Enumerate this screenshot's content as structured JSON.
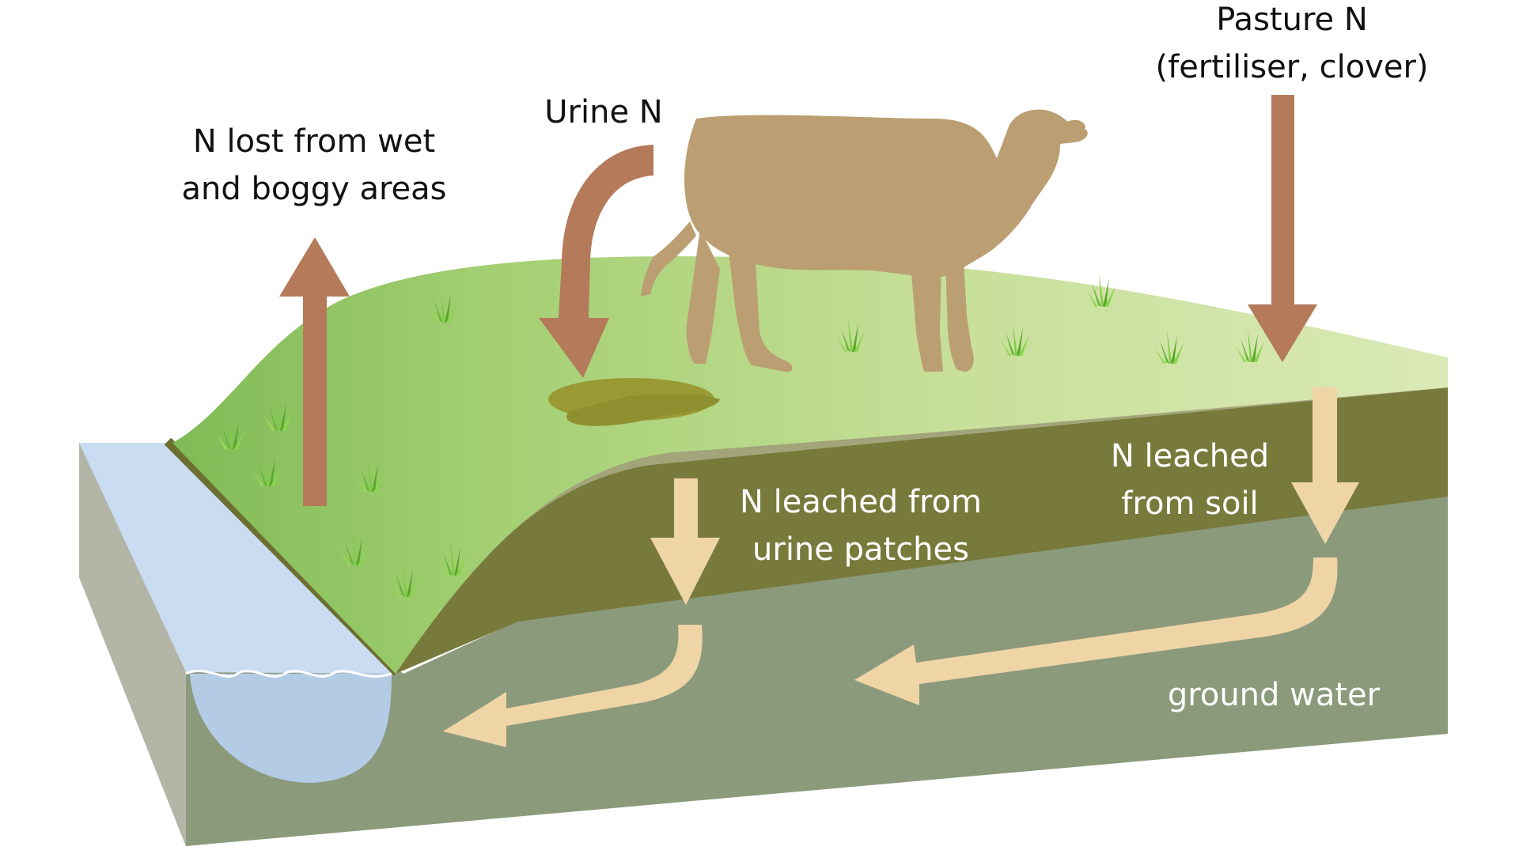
{
  "labels": {
    "pasture_line1": "Pasture N",
    "pasture_line2": "(fertiliser, clover)",
    "urine": "Urine N",
    "lost_line1": "N lost from wet",
    "lost_line2": "and boggy areas",
    "soil_line1": "N leached",
    "soil_line2": "from soil",
    "patch_line1": "N leached from",
    "patch_line2": "urine patches",
    "groundwater": "ground water"
  },
  "colors": {
    "input_arrow": "#b47a5a",
    "leach_arrow": "#efd4a6",
    "cow": "#bb9f72",
    "urine_patch": "#9a9a35",
    "grass_top": "#9fcc6f",
    "grass_light": "#d6e6ae",
    "soil": "#787a3c",
    "groundwater": "#8a9a7b",
    "stream": "#c9dcf2",
    "stream_bank": "#b3b6a6"
  }
}
